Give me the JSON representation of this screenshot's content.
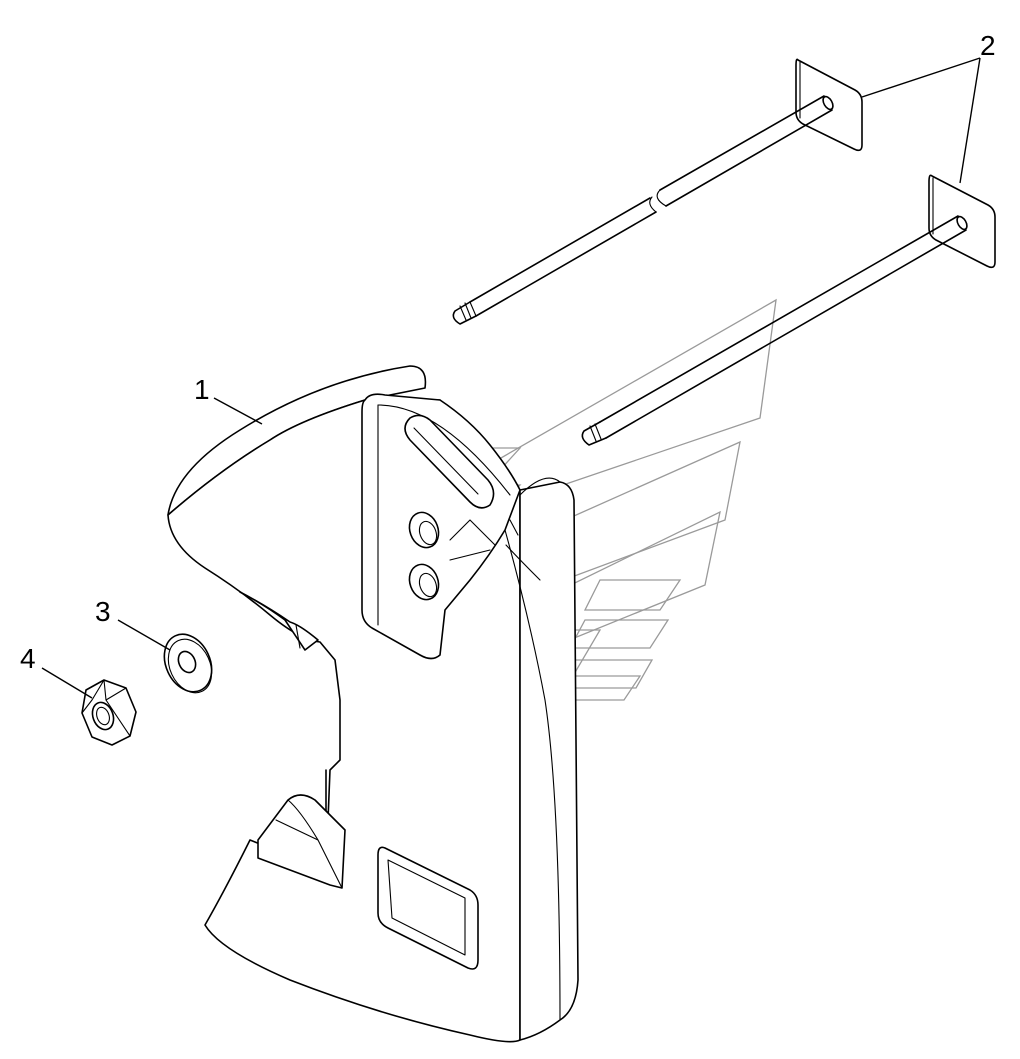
{
  "diagram": {
    "callouts": [
      {
        "id": "counterweight",
        "label": "1"
      },
      {
        "id": "t-bolt",
        "label": "2"
      },
      {
        "id": "washer",
        "label": "3"
      },
      {
        "id": "nut",
        "label": "4"
      }
    ],
    "colors": {
      "line": "#000000",
      "background": "#ffffff",
      "watermark": "#9a9a9a"
    }
  }
}
